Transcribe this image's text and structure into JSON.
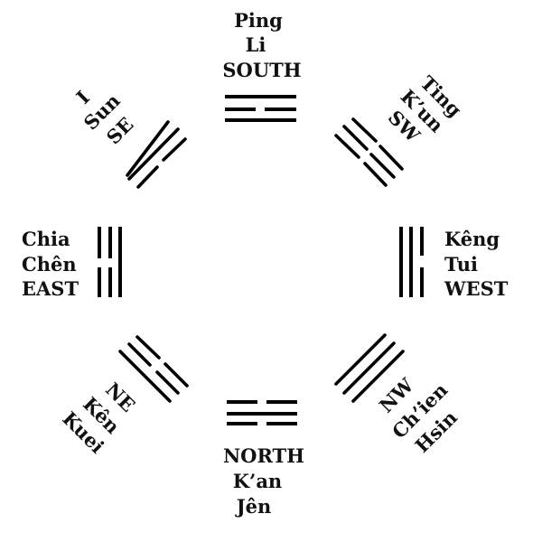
{
  "title": "Trigram compass arrangement",
  "colors": {
    "ink": "#000000",
    "background": "#ffffff"
  },
  "trigrams": {
    "south": {
      "labels": [
        "Ping",
        "Li",
        "SOUTH"
      ],
      "lines": [
        "solid",
        "broken",
        "solid"
      ]
    },
    "southwest": {
      "labels": [
        "Ting",
        "K’un",
        "SW"
      ],
      "lines": [
        "broken",
        "broken",
        "broken"
      ]
    },
    "west": {
      "labels": [
        "Kêng",
        "Tui",
        "WEST"
      ],
      "lines": [
        "solid",
        "solid",
        "broken"
      ]
    },
    "northwest": {
      "labels": [
        "NW",
        "Ch’ien",
        "Hsin"
      ],
      "lines": [
        "solid",
        "solid",
        "solid"
      ]
    },
    "north": {
      "labels": [
        "NORTH",
        "K’an",
        "Jên"
      ],
      "lines": [
        "broken",
        "solid",
        "broken"
      ]
    },
    "northeast": {
      "labels": [
        "NE",
        "Kên",
        "Kuei"
      ],
      "lines": [
        "broken",
        "broken",
        "solid"
      ]
    },
    "east": {
      "labels": [
        "Chia",
        "Chên",
        "EAST"
      ],
      "lines": [
        "broken",
        "broken",
        "solid"
      ]
    },
    "southeast": {
      "labels": [
        "I",
        "Sun",
        "SE"
      ],
      "lines": [
        "solid",
        "solid",
        "broken"
      ]
    }
  }
}
